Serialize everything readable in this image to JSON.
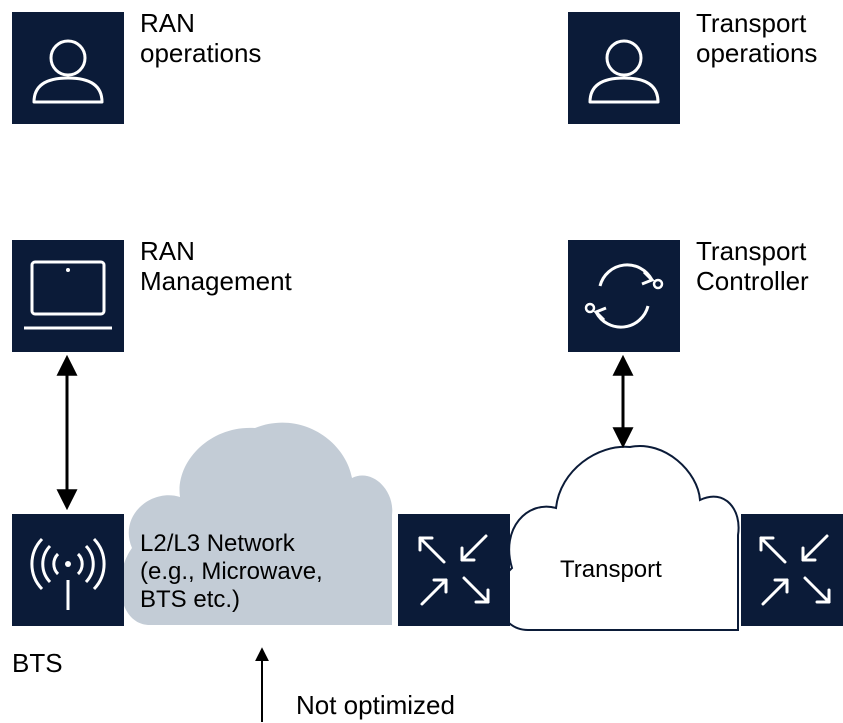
{
  "colors": {
    "box_fill": "#0b1b38",
    "icon_stroke": "#ffffff",
    "cloud_grey": "#c3ccd6",
    "arrow": "#000000"
  },
  "ran_operations": {
    "line1": "RAN",
    "line2": "operations",
    "icon": "person-icon"
  },
  "transport_operations": {
    "line1": "Transport",
    "line2": "operations",
    "icon": "person-icon"
  },
  "ran_management": {
    "line1": "RAN",
    "line2": "Management",
    "icon": "laptop-icon"
  },
  "transport_controller": {
    "line1": "Transport",
    "line2": "Controller",
    "icon": "refresh-cycle-icon"
  },
  "bts": {
    "label": "BTS",
    "icon": "antenna-icon"
  },
  "l2l3_network": {
    "line1": "L2/L3 Network",
    "line2": "(e.g., Microwave,",
    "line3": "BTS etc.)"
  },
  "transport_cloud": {
    "label": "Transport"
  },
  "router_left": {
    "icon": "router-arrows-icon"
  },
  "router_right": {
    "icon": "router-arrows-icon"
  },
  "annotation": {
    "not_optimized": "Not optimized"
  }
}
